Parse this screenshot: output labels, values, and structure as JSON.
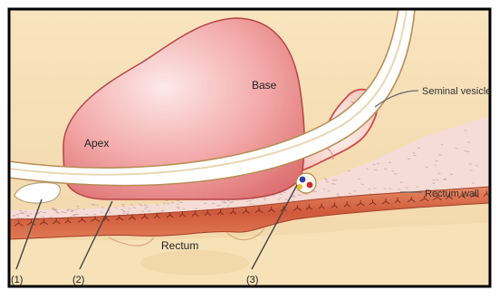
{
  "labels": {
    "apex": "Apex",
    "base": "Base",
    "seminal_vesicle": "Seminal vesicle",
    "rectum_wall": "Rectum wall",
    "rectum": "Rectum",
    "marker_1": "(1)",
    "marker_2": "(2)",
    "marker_3": "(3)"
  },
  "colors": {
    "frame": "#000000",
    "tissue": "#f6dfb6",
    "prostate_light": "#fbdcdc",
    "prostate_dark": "#e07a7a",
    "prostate_outline": "#b84848",
    "muscle": "#d9674a",
    "muscle_fibre": "#7a2a1a",
    "fascia": "#f3d4d0",
    "bone": "#ffffff",
    "pointer": "#4a4a4a"
  }
}
